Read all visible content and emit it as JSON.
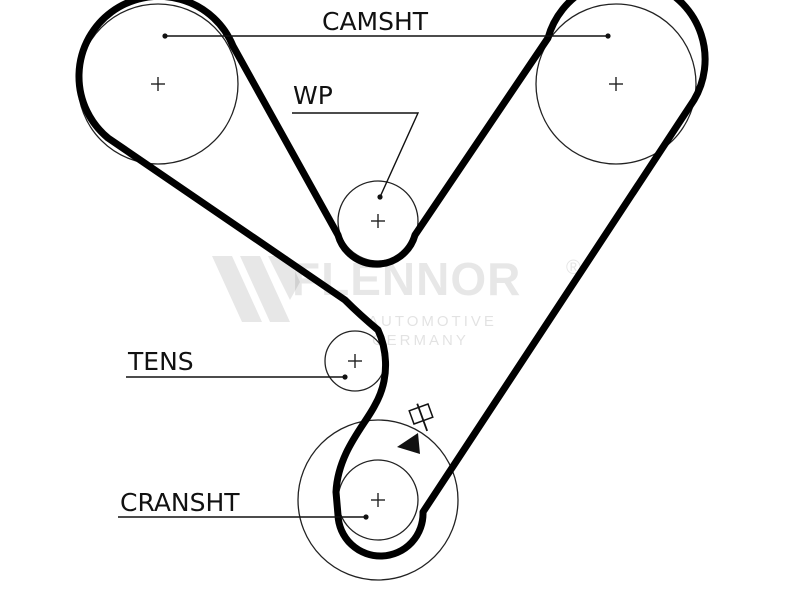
{
  "labels": {
    "camshaft": "CAMSHT",
    "water_pump": "WP",
    "tensioner": "TENS",
    "crankshaft": "CRANSHT"
  },
  "watermark": {
    "brand": "FLENNOR",
    "registered": "®",
    "line1": "AUTOMOTIVE",
    "line2": "GERMANY"
  },
  "colors": {
    "line": "#000000",
    "background": "#ffffff"
  }
}
